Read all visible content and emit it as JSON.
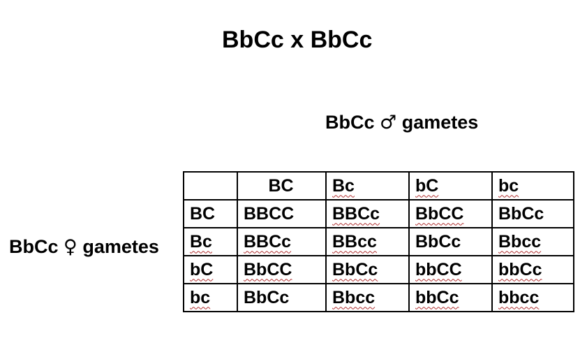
{
  "title": "BbCc x BbCc",
  "labels": {
    "male": {
      "genotype": "BbCc",
      "symbol": "♂",
      "word": "gametes"
    },
    "female": {
      "genotype": "BbCc",
      "symbol": "♀",
      "word": "gametes"
    }
  },
  "punnett": {
    "corner": "",
    "col_headers": [
      {
        "text": "BC",
        "misspelled": false
      },
      {
        "text": "Bc",
        "misspelled": true
      },
      {
        "text": "bC",
        "misspelled": true
      },
      {
        "text": "bc",
        "misspelled": true
      }
    ],
    "rows": [
      {
        "header": {
          "text": "BC",
          "misspelled": false
        },
        "cells": [
          {
            "text": "BBCC",
            "misspelled": false
          },
          {
            "text": "BBCc",
            "misspelled": true
          },
          {
            "text": "BbCC",
            "misspelled": true
          },
          {
            "text": "BbCc",
            "misspelled": false
          }
        ]
      },
      {
        "header": {
          "text": "Bc",
          "misspelled": true
        },
        "cells": [
          {
            "text": "BBCc",
            "misspelled": true
          },
          {
            "text": "BBcc",
            "misspelled": true
          },
          {
            "text": "BbCc",
            "misspelled": false
          },
          {
            "text": "Bbcc",
            "misspelled": true
          }
        ]
      },
      {
        "header": {
          "text": "bC",
          "misspelled": true
        },
        "cells": [
          {
            "text": "BbCC",
            "misspelled": true
          },
          {
            "text": "BbCc",
            "misspelled": true
          },
          {
            "text": "bbCC",
            "misspelled": true
          },
          {
            "text": "bbCc",
            "misspelled": true
          }
        ]
      },
      {
        "header": {
          "text": "bc",
          "misspelled": true
        },
        "cells": [
          {
            "text": "BbCc",
            "misspelled": false
          },
          {
            "text": "Bbcc",
            "misspelled": true
          },
          {
            "text": "bbCc",
            "misspelled": true
          },
          {
            "text": "bbcc",
            "misspelled": true
          }
        ]
      }
    ]
  },
  "colors": {
    "text": "#000000",
    "border": "#000000",
    "background": "#ffffff",
    "spellcheck_squiggle": "#b03030"
  }
}
